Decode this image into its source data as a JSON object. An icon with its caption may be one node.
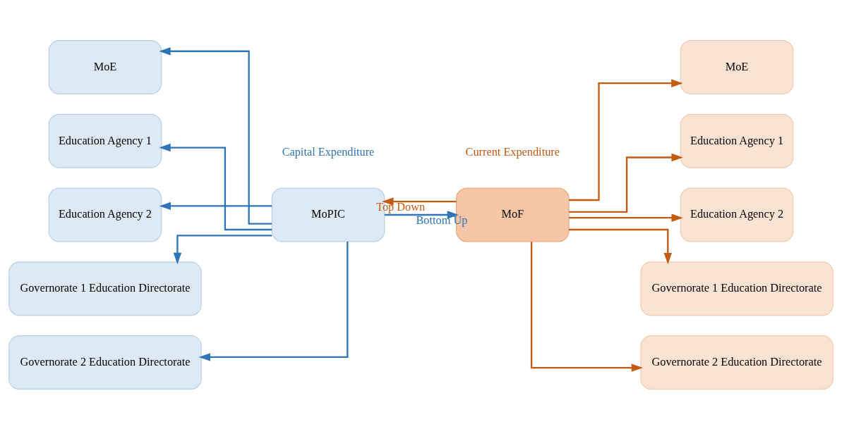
{
  "diagram": {
    "nodes": [
      {
        "text": [
          "MoE"
        ]
      },
      {
        "text": [
          "Education Agency 1"
        ]
      },
      {
        "text": [
          "Education Agency 2"
        ]
      },
      {
        "text": [
          "Governorate 1 Education Directorate"
        ]
      },
      {
        "text": [
          "Governorate 2 Education Directorate"
        ]
      },
      {
        "text": [
          "MoPIC"
        ]
      },
      {
        "text": [
          "MoF"
        ]
      },
      {
        "text": [
          "MoE"
        ]
      },
      {
        "text": [
          "Education Agency 1"
        ]
      },
      {
        "text": [
          "Education Agency 2"
        ]
      },
      {
        "text": [
          "Governorate 1 Education Directorate"
        ]
      },
      {
        "text": [
          "Governorate 2 Education Directorate"
        ]
      }
    ],
    "edges": [
      {
        "from": 5,
        "to": 0,
        "arrow": "to",
        "color": "#2e75b6"
      },
      {
        "from": 5,
        "to": 1,
        "arrow": "to",
        "color": "#2e75b6"
      },
      {
        "from": 5,
        "to": 2,
        "arrow": "to",
        "color": "#2e75b6"
      },
      {
        "from": 5,
        "to": 3,
        "arrow": "to",
        "color": "#2e75b6"
      },
      {
        "from": 5,
        "to": 4,
        "arrow": "to",
        "color": "#2e75b6"
      },
      {
        "from": 6,
        "to": 5,
        "arrow": "to",
        "label": "Top Down",
        "color": "#c55a11"
      },
      {
        "from": 5,
        "to": 6,
        "arrow": "to",
        "label": "Bottom Up",
        "color": "#2e75b6"
      },
      {
        "from": 6,
        "to": 7,
        "arrow": "to",
        "color": "#c55a11"
      },
      {
        "from": 6,
        "to": 8,
        "arrow": "to",
        "color": "#c55a11"
      },
      {
        "from": 6,
        "to": 9,
        "arrow": "to",
        "color": "#c55a11"
      },
      {
        "from": 6,
        "to": 10,
        "arrow": "to",
        "color": "#c55a11"
      },
      {
        "from": 6,
        "to": 11,
        "arrow": "to",
        "color": "#c55a11"
      }
    ],
    "labels": [
      "Capital Expenditure",
      "Current Expenditure"
    ]
  }
}
